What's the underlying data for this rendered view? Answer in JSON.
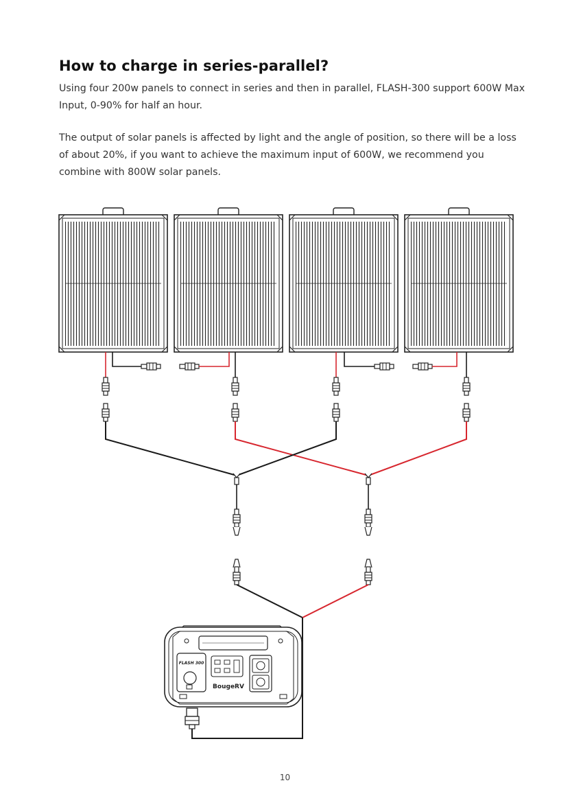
{
  "page": {
    "title": "How to charge in series-parallel?",
    "paragraph1": "Using four 200w panels to connect in series and then in parallel, FLASH-300 support 600W Max Input, 0-90% for half an hour.",
    "paragraph2": "The output of solar panels is affected by light and the angle of position, so there will be a loss of about 20%, if you want to achieve the maximum input of 600W, we recommend you combine with 800W solar panels.",
    "page_number": "10"
  },
  "device": {
    "model_label": "FLASH 300",
    "brand_label": "BougeRV"
  },
  "colors": {
    "positive_wire": "#d7262e",
    "negative_wire": "#1a1a1a",
    "outline": "#222222"
  }
}
